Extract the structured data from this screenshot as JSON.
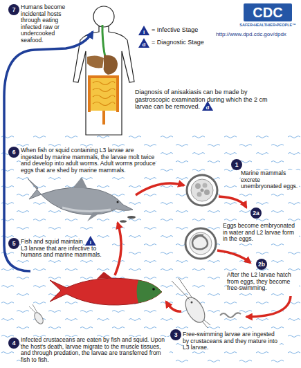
{
  "diagram": {
    "nodes": [
      {
        "text": [
          "1"
        ]
      },
      {
        "text": [
          "2a"
        ]
      },
      {
        "text": [
          "2b"
        ]
      },
      {
        "text": [
          "3"
        ]
      },
      {
        "text": [
          "4"
        ]
      },
      {
        "text": [
          "5"
        ]
      },
      {
        "text": [
          "6"
        ]
      },
      {
        "text": [
          "7"
        ]
      }
    ],
    "labels": [
      "Humans become incidental hosts through eating infected raw or undercooked seafood.",
      "CDC",
      "SAFER•HEALTHIER•PEOPLE™",
      "http://www.dpd.cdc.gov/dpdx",
      "i",
      "d",
      "Diagnosis of anisakiasis can be made by gastroscopic examination during which the 2 cm larvae can be removed.",
      "d",
      "When fish or squid containing L3 larvae are ingested by marine mammals, the larvae molt twice and develop into adult worms. Adult worms produce eggs that are shed by marine mammals.",
      "Marine mammals excrete unembryonated eggs.",
      "Eggs become embryonated in water and L2 larvae form in the eggs.",
      "After the L2 larvae hatch from eggs, they become free-swimming.",
      "Fish and squid maintain",
      "i",
      "L3 larvae that are infective to humans and marine mammals.",
      "Free-swimming larvae are ingested by crustaceans and they mature into L3 larvae.",
      "Infected crustaceans are eaten by fish and squid. Upon the host's death, larvae migrate to the muscle tissues, and through predation, the larvae are transferred from fish to fish."
    ],
    "legend": [
      {
        "text": "= Infective Stage"
      },
      {
        "text": "= Diagnostic Stage"
      }
    ]
  }
}
